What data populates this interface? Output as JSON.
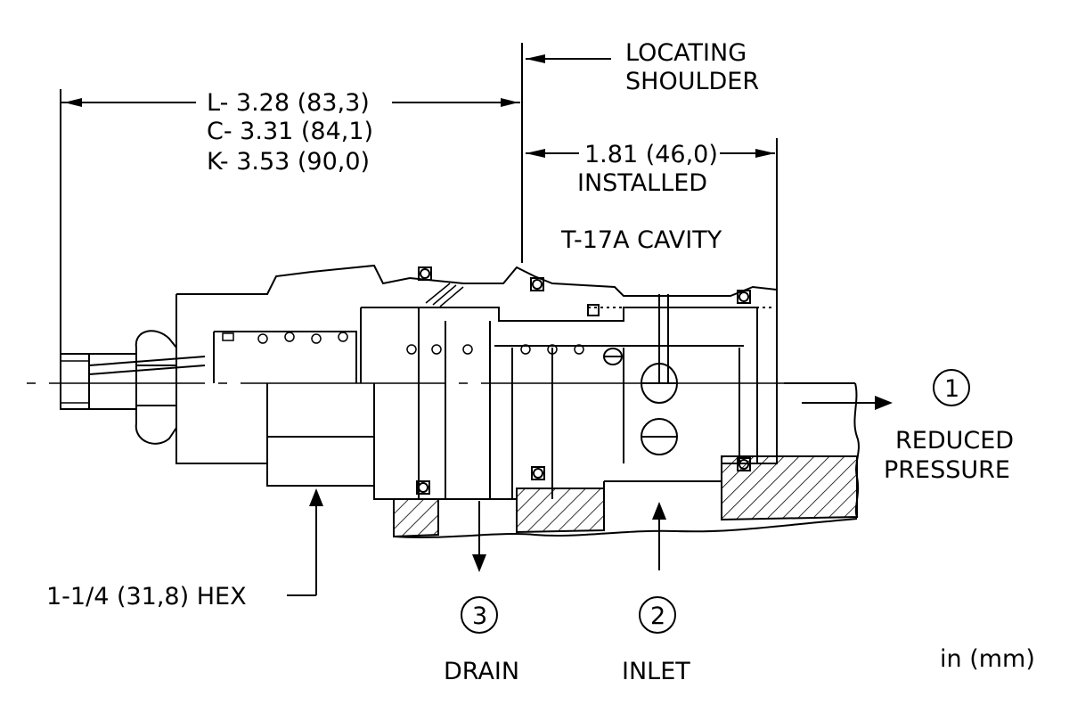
{
  "dimensions": {
    "overall": [
      "L- 3.28 (83,3)",
      "C- 3.31 (84,1)",
      "K- 3.53 (90,0)"
    ],
    "locating_shoulder": [
      "LOCATING",
      "SHOULDER"
    ],
    "installed": [
      "1.81 (46,0)",
      "INSTALLED"
    ],
    "cavity": "T-17A CAVITY",
    "hex": "1-1/4 (31,8) HEX",
    "units": "in (mm)"
  },
  "ports": [
    {
      "number": "1",
      "lines": [
        "REDUCED",
        "PRESSURE"
      ]
    },
    {
      "number": "2",
      "lines": [
        "INLET"
      ]
    },
    {
      "number": "3",
      "lines": [
        "DRAIN"
      ]
    }
  ],
  "colors": {
    "ink": "#000000",
    "paper": "#ffffff"
  }
}
